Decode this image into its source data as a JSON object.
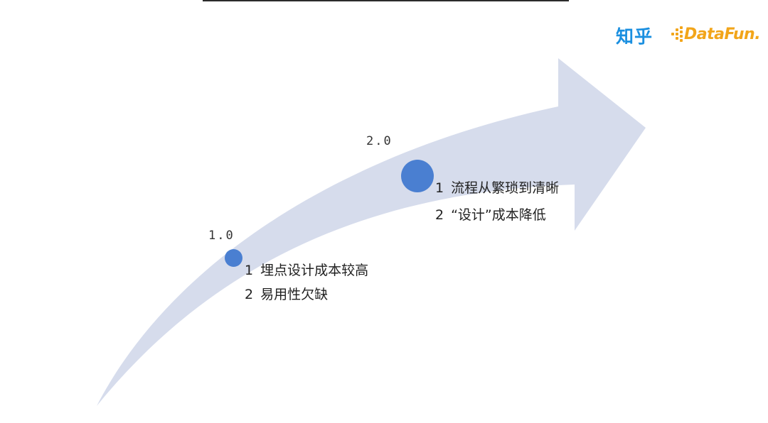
{
  "logos": {
    "zhihu": "知乎",
    "datafun": "DataFun."
  },
  "colors": {
    "arrow_fill": "#d6dcec",
    "dot": "#4a7fd1",
    "zhihu_blue": "#1a8fe0",
    "datafun_orange": "#f2a51a"
  },
  "stages": [
    {
      "label": "1.0",
      "items": [
        {
          "num": "1",
          "text": "埋点设计成本较高"
        },
        {
          "num": "2",
          "text": "易用性欠缺"
        }
      ]
    },
    {
      "label": "2.0",
      "items": [
        {
          "num": "1",
          "text": "流程从繁琐到清晰"
        },
        {
          "num": "2",
          "text": "“设计”成本降低"
        }
      ]
    }
  ]
}
